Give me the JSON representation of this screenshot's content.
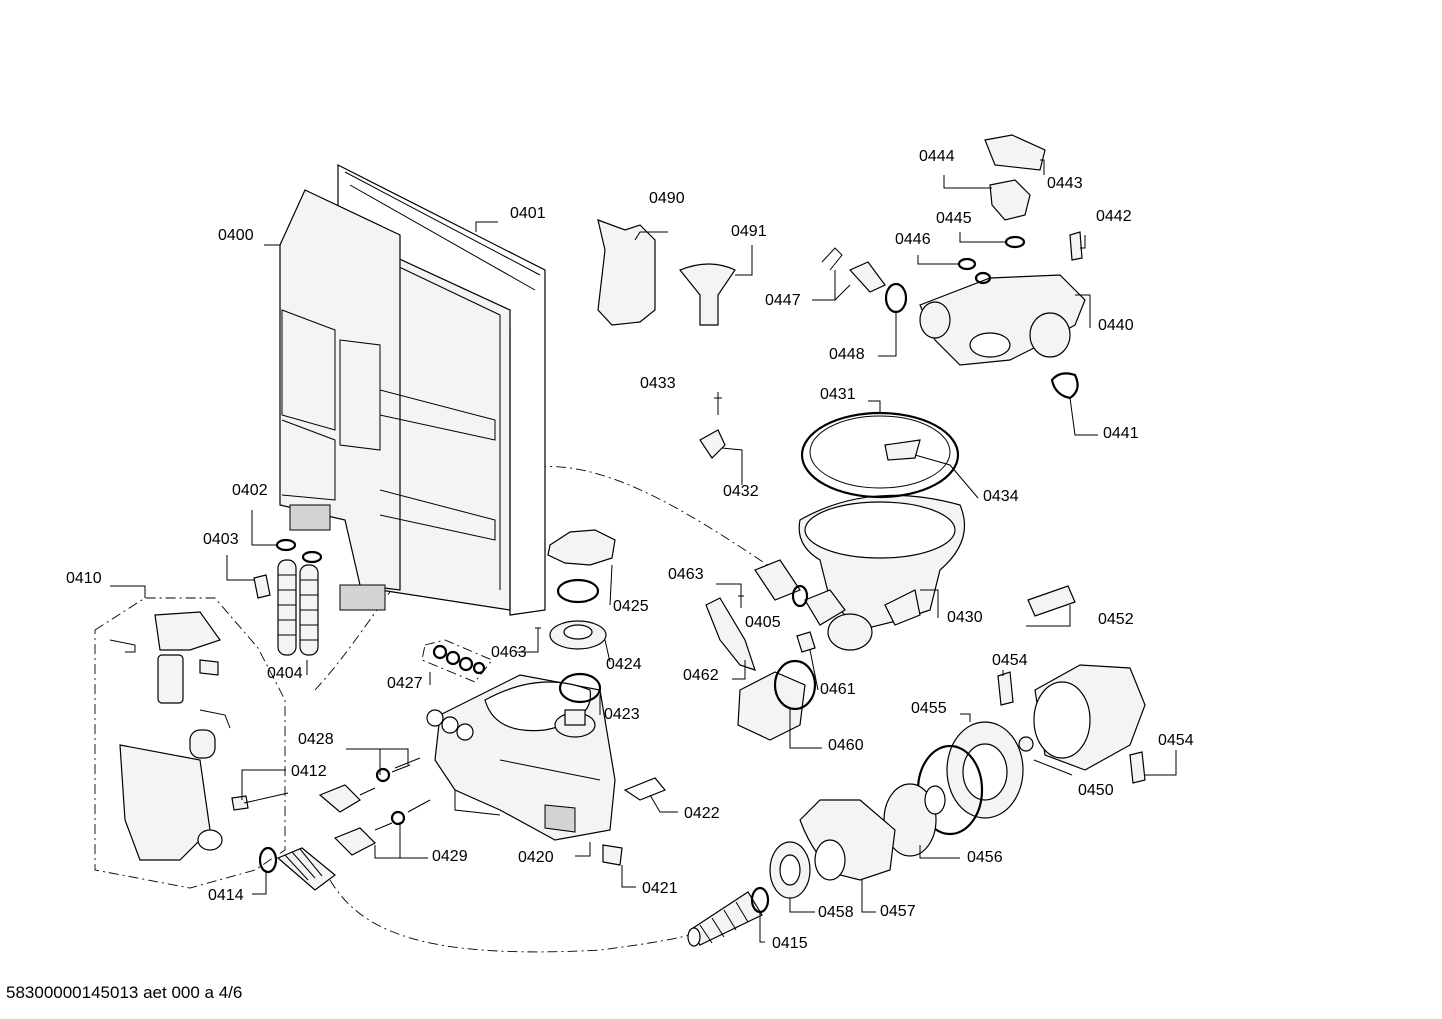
{
  "labels": {
    "l0400": "0400",
    "l0401": "0401",
    "l0402": "0402",
    "l0403": "0403",
    "l0404": "0404",
    "l0405": "0405",
    "l0410": "0410",
    "l0412": "0412",
    "l0414": "0414",
    "l0415": "0415",
    "l0420": "0420",
    "l0421": "0421",
    "l0422": "0422",
    "l0423": "0423",
    "l0424": "0424",
    "l0425": "0425",
    "l0427": "0427",
    "l0428": "0428",
    "l0429": "0429",
    "l0430": "0430",
    "l0431": "0431",
    "l0432": "0432",
    "l0433": "0433",
    "l0434": "0434",
    "l0440": "0440",
    "l0441": "0441",
    "l0442": "0442",
    "l0443": "0443",
    "l0444": "0444",
    "l0445": "0445",
    "l0446": "0446",
    "l0447": "0447",
    "l0448": "0448",
    "l0450": "0450",
    "l0452": "0452",
    "l0454a": "0454",
    "l0454b": "0454",
    "l0455": "0455",
    "l0456": "0456",
    "l0457": "0457",
    "l0458": "0458",
    "l0460": "0460",
    "l0461": "0461",
    "l0462": "0462",
    "l0463a": "0463",
    "l0463b": "0463",
    "l0490": "0490",
    "l0491": "0491"
  },
  "footer": {
    "doc_id": "58300000145013 aet 000 a 4/6"
  }
}
